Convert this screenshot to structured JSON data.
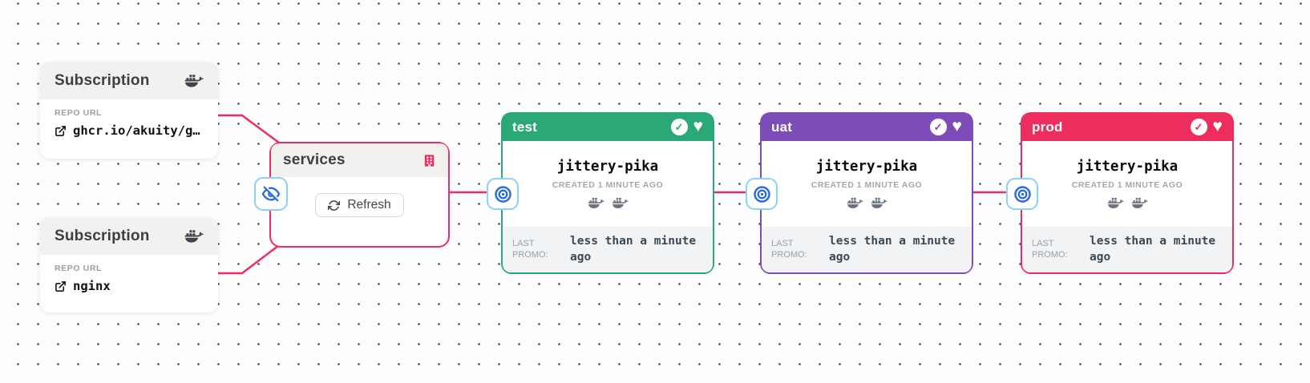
{
  "colors": {
    "connector": "#ec2f5e",
    "stage_test": "#2aa876",
    "stage_uat": "#7e4cb8",
    "stage_prod": "#ed2d5e",
    "accent_blue": "#2b6be4",
    "badge_border": "#8ad2f8",
    "header_gray": "#f1f1ef",
    "footer_gray": "#f1f3f4"
  },
  "subscriptions": [
    {
      "title": "Subscription",
      "icon": "docker-icon",
      "field_label": "REPO URL",
      "value": "ghcr.io/akuity/g…"
    },
    {
      "title": "Subscription",
      "icon": "docker-icon",
      "field_label": "REPO URL",
      "value": "nginx"
    }
  ],
  "warehouse": {
    "title": "services",
    "icon": "building-icon",
    "refresh_label": "Refresh"
  },
  "stages": [
    {
      "name": "test",
      "freight": "jittery-pika",
      "created": "CREATED 1 MINUTE AGO",
      "promo_label": "LAST PROMO:",
      "promo_value": "less than a minute ago"
    },
    {
      "name": "uat",
      "freight": "jittery-pika",
      "created": "CREATED 1 MINUTE AGO",
      "promo_label": "LAST PROMO:",
      "promo_value": "less than a minute ago"
    },
    {
      "name": "prod",
      "freight": "jittery-pika",
      "created": "CREATED 1 MINUTE AGO",
      "promo_label": "LAST PROMO:",
      "promo_value": "less than a minute ago"
    }
  ]
}
